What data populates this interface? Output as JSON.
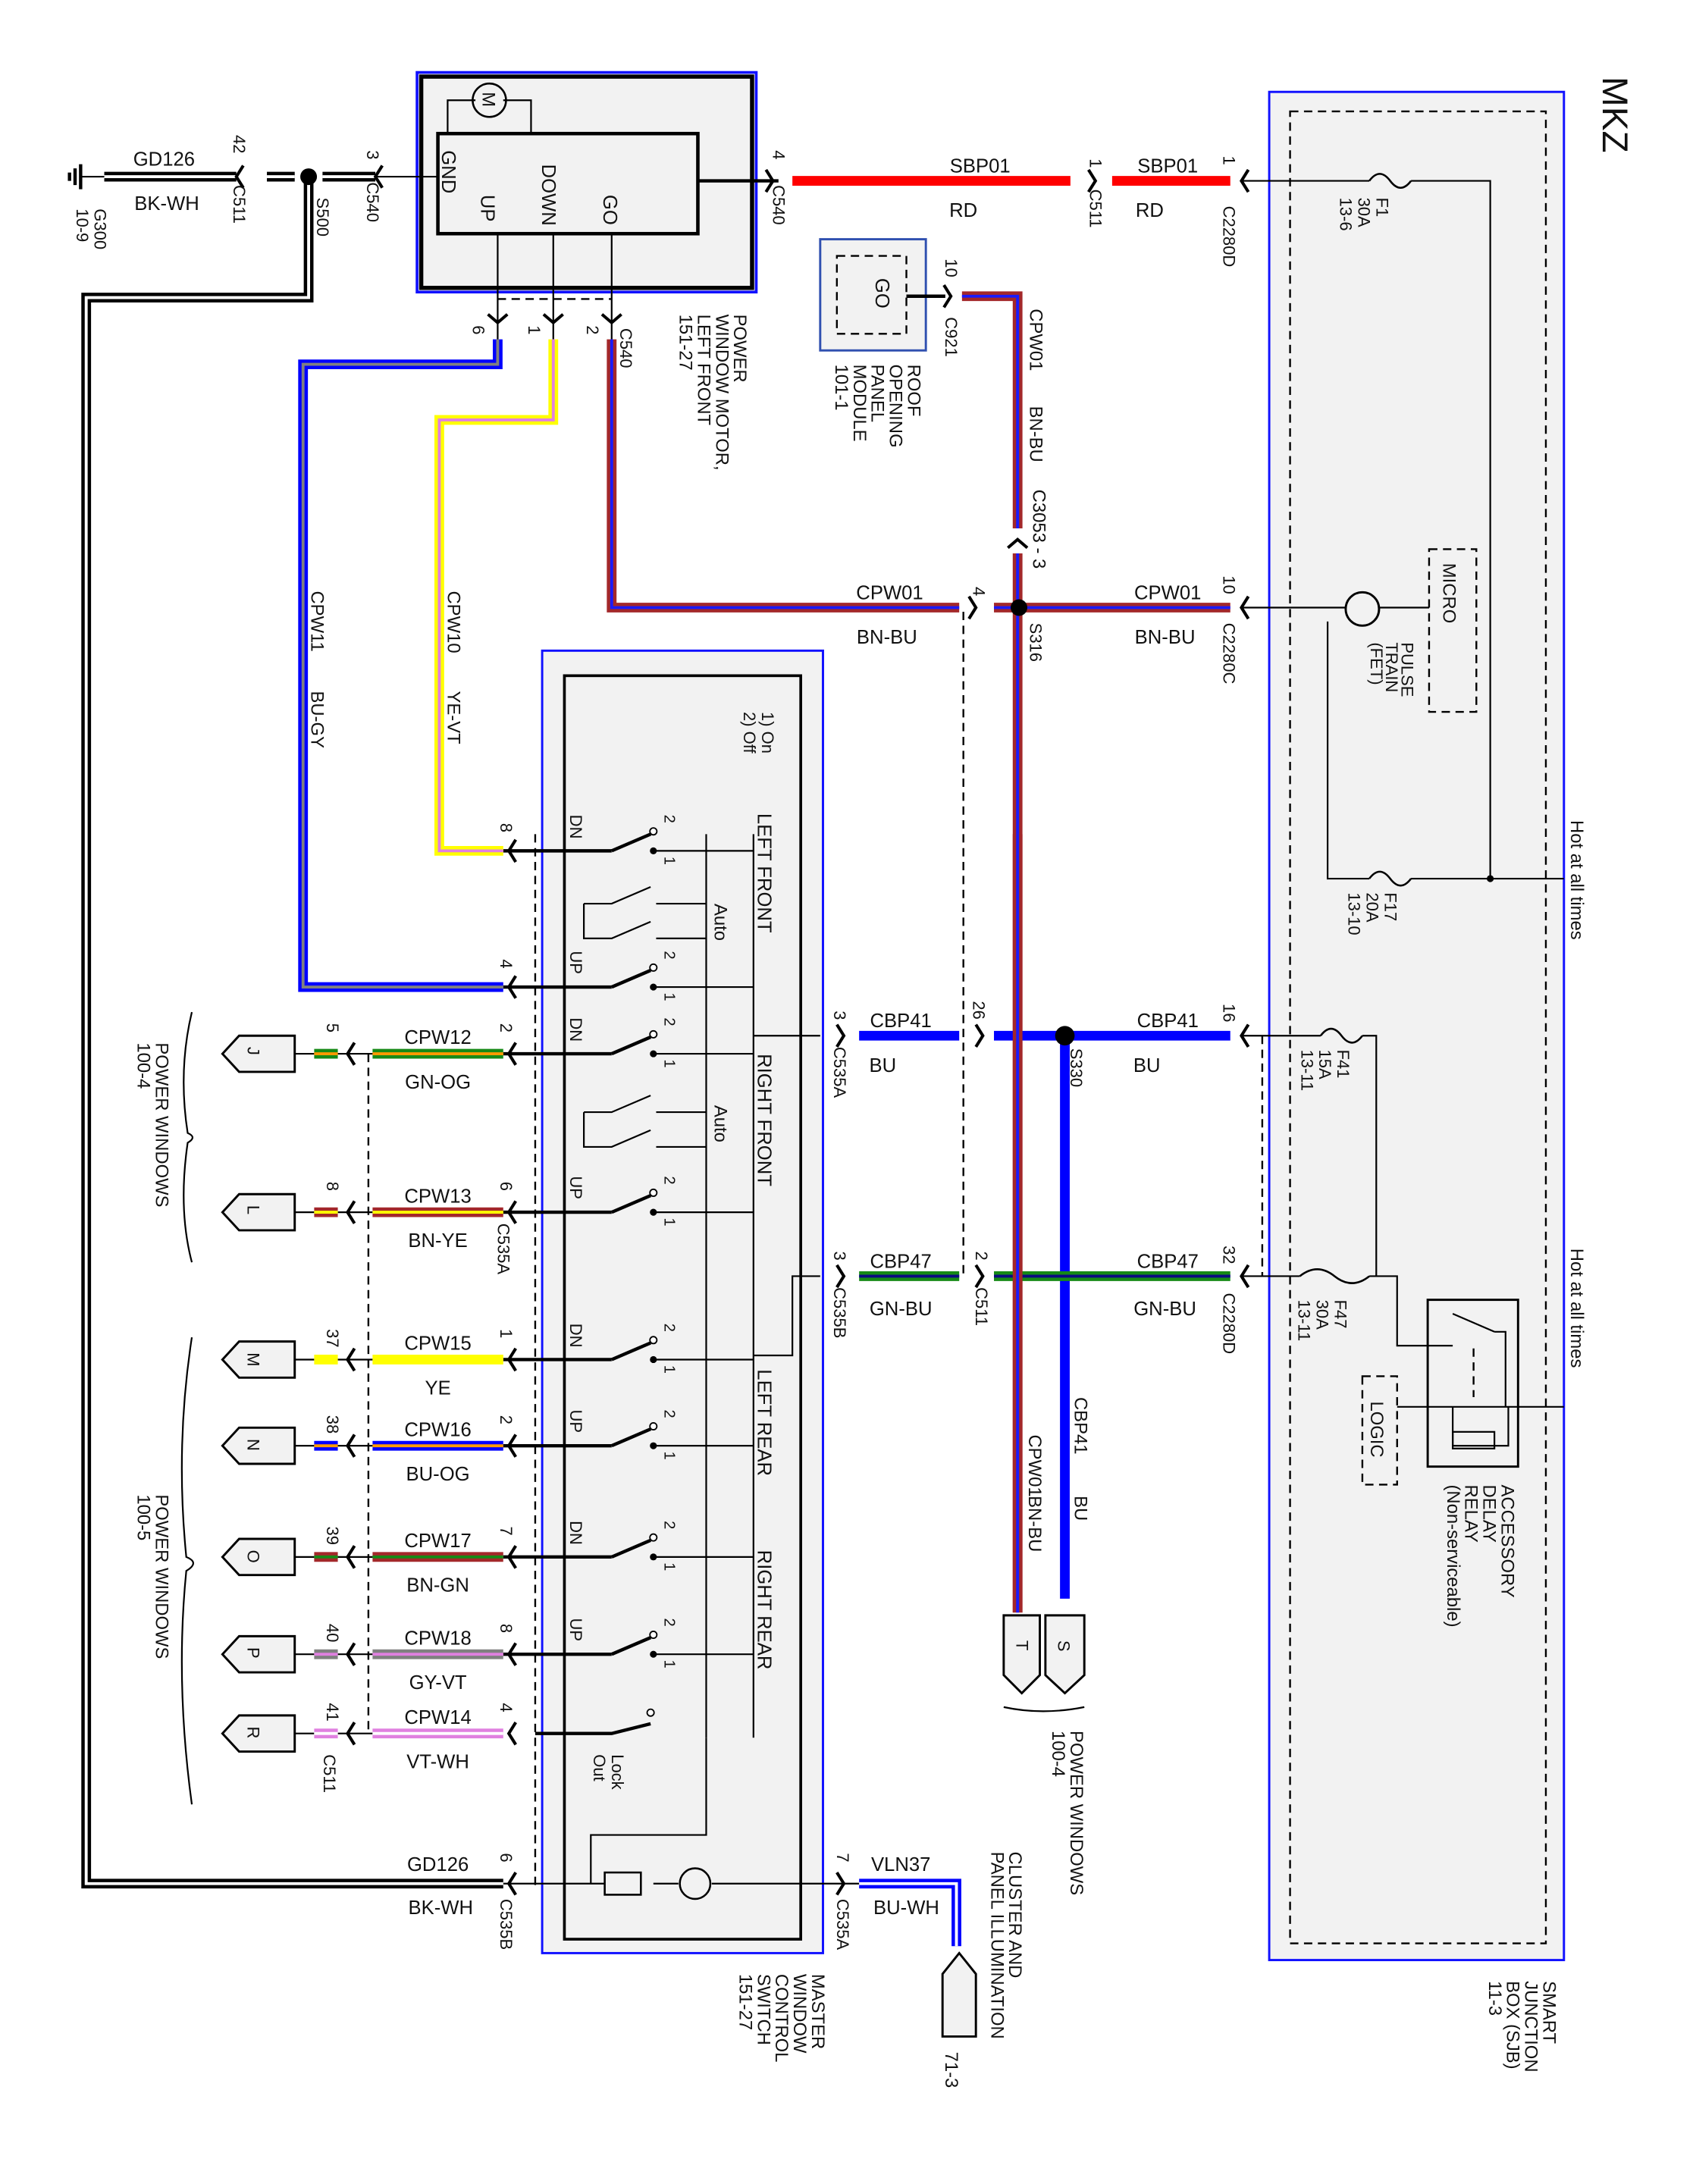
{
  "title": "MKZ",
  "hot_label": "Hot at all times",
  "wire_colors": {
    "RD": [
      "#ff0000"
    ],
    "BN-BU": [
      "#a3282a",
      "#1a1aff"
    ],
    "BU": [
      "#0000ff"
    ],
    "GN-BU": [
      "#168a16",
      "#0a0a80"
    ],
    "GN-OG": [
      "#168a16",
      "#ff9a00"
    ],
    "BN-YE": [
      "#a3282a",
      "#ffff00"
    ],
    "YE": [
      "#ffff00"
    ],
    "BU-OG": [
      "#0000ff",
      "#ff9a00"
    ],
    "BN-GN": [
      "#a3282a",
      "#168a16"
    ],
    "GY-VT": [
      "#808080",
      "#e080e0"
    ],
    "VT-WH": [
      "#e080e0",
      "#ffffff"
    ],
    "YE-VT": [
      "#ffff00",
      "#e080e0"
    ],
    "BU-GY": [
      "#0000ff",
      "#808080"
    ],
    "BK-WH": [
      "#000000",
      "#ffffff"
    ],
    "BU-WH": [
      "#0000ff",
      "#ffffff"
    ]
  },
  "ground": {
    "lines": [
      "G300",
      "10-9"
    ]
  },
  "motor": {
    "name_lines": [
      "POWER",
      "WINDOW MOTOR,",
      "LEFT FRONT",
      "151-27"
    ],
    "symbol": "M",
    "pins": {
      "gnd": "GND",
      "up": "UP",
      "down": "DOWN",
      "go": "GO"
    },
    "connector": "C540",
    "pin_gnd": "3",
    "pin_power": "4",
    "pin_up": "6",
    "pin_down": "1",
    "pin_go": "2"
  },
  "roof": {
    "name_lines": [
      "ROOF",
      "OPENING",
      "PANEL",
      "MODULE",
      "101-1"
    ],
    "pin_label": "GO",
    "pin": "10",
    "connector": "C921"
  },
  "sjb": {
    "name_lines": [
      "SMART",
      "JUNCTION",
      "BOX (SJB)",
      "11-3"
    ],
    "micro": "MICRO",
    "pulse_lines": [
      "PULSE",
      "TRAIN",
      "(FET)"
    ],
    "logic": "LOGIC",
    "relay_lines": [
      "ACCESSORY",
      "DELAY",
      "RELAY",
      "(Non-serviceable)"
    ],
    "fuses": [
      {
        "lines": [
          "F1",
          "30A",
          "13-6"
        ]
      },
      {
        "lines": [
          "F17",
          "20A",
          "13-10"
        ]
      },
      {
        "lines": [
          "F41",
          "15A",
          "13-11"
        ]
      },
      {
        "lines": [
          "F47",
          "30A",
          "13-11"
        ]
      }
    ]
  },
  "master": {
    "name_lines": [
      "MASTER",
      "WINDOW",
      "CONTROL",
      "SWITCH",
      "151-27"
    ],
    "legend": [
      "1) On",
      "2) Off"
    ],
    "sections": [
      "LEFT FRONT",
      "RIGHT FRONT",
      "LEFT REAR",
      "RIGHT REAR"
    ],
    "auto": "Auto",
    "lockout": [
      "Lock",
      "Out"
    ],
    "dn": "DN",
    "up": "UP",
    "pos1": "1",
    "pos2": "2"
  },
  "cluster": {
    "name_lines": [
      "CLUSTER AND",
      "PANEL ILLUMINATION"
    ],
    "ref": "71-3"
  },
  "power_windows_a": [
    "POWER WINDOWS",
    "100-4"
  ],
  "power_windows_b": [
    "POWER WINDOWS",
    "100-5"
  ],
  "power_windows_c": [
    "POWER WINDOWS",
    "100-4"
  ],
  "splices": {
    "s500": "S500",
    "s316": "S316",
    "s330": "S330"
  },
  "wires": {
    "gd126_top": {
      "circuit": "GD126",
      "color": "BK-WH",
      "pin": "42",
      "connector": "C511"
    },
    "sbp01_a": {
      "circuit": "SBP01",
      "color": "RD"
    },
    "sbp01_b": {
      "circuit": "SBP01",
      "color": "RD",
      "pin_c511": "1",
      "c511": "C511",
      "pin": "1",
      "connector": "C2280D"
    },
    "cpw01_roof": {
      "circuit": "CPW01",
      "color": "BN-BU",
      "connector": "C3053 - 3"
    },
    "cpw01_a": {
      "circuit": "CPW01",
      "color": "BN-BU",
      "pin": "4"
    },
    "cpw01_b": {
      "circuit": "CPW01",
      "color": "BN-BU",
      "pin": "10",
      "connector": "C2280C"
    },
    "cpw10": {
      "circuit": "CPW10",
      "color": "YE-VT",
      "pin": "8"
    },
    "cpw11": {
      "circuit": "CPW11",
      "color": "BU-GY",
      "pin": "4"
    },
    "cbp41_a": {
      "circuit": "CBP41",
      "color": "BU",
      "pin": "3",
      "connector": "C535A"
    },
    "cbp41_b": {
      "circuit": "CBP41",
      "color": "BU",
      "pin_mid": "26",
      "pin": "16"
    },
    "cbp47_a": {
      "circuit": "CBP47",
      "color": "GN-BU",
      "pin": "3",
      "connector": "C535B"
    },
    "cbp47_b": {
      "circuit": "CBP47",
      "color": "GN-BU",
      "pin_mid": "2",
      "mid_connector": "C511",
      "pin": "32",
      "connector": "C2280D"
    },
    "cpw01_down": {
      "circuit": "CPW01",
      "color": "BN-BU",
      "dest": "T"
    },
    "cbp41_down": {
      "circuit": "CBP41",
      "color": "BU",
      "dest": "S"
    },
    "gd126_bottom": {
      "circuit": "GD126",
      "color": "BK-WH",
      "pin": "6",
      "connector": "C535B"
    },
    "vln37": {
      "circuit": "VLN37",
      "color": "BU-WH",
      "pin": "7",
      "connector": "C535A"
    }
  },
  "outputs": [
    {
      "circuit": "CPW12",
      "color": "GN-OG",
      "pin_switch": "2",
      "pin_c511": "5",
      "dest": "J"
    },
    {
      "circuit": "CPW13",
      "color": "BN-YE",
      "pin_switch": "6",
      "pin_c511": "8",
      "dest": "L"
    },
    {
      "circuit": "CPW15",
      "color": "YE",
      "pin_switch": "1",
      "pin_c511": "37",
      "dest": "M"
    },
    {
      "circuit": "CPW16",
      "color": "BU-OG",
      "pin_switch": "2",
      "pin_c511": "38",
      "dest": "N"
    },
    {
      "circuit": "CPW17",
      "color": "BN-GN",
      "pin_switch": "7",
      "pin_c511": "39",
      "dest": "O"
    },
    {
      "circuit": "CPW18",
      "color": "GY-VT",
      "pin_switch": "8",
      "pin_c511": "40",
      "dest": "P"
    },
    {
      "circuit": "CPW14",
      "color": "VT-WH",
      "pin_switch": "4",
      "pin_c511": "41",
      "dest": "R"
    }
  ],
  "output_connectors": {
    "switch_side": "C535A",
    "c511": "C511"
  }
}
